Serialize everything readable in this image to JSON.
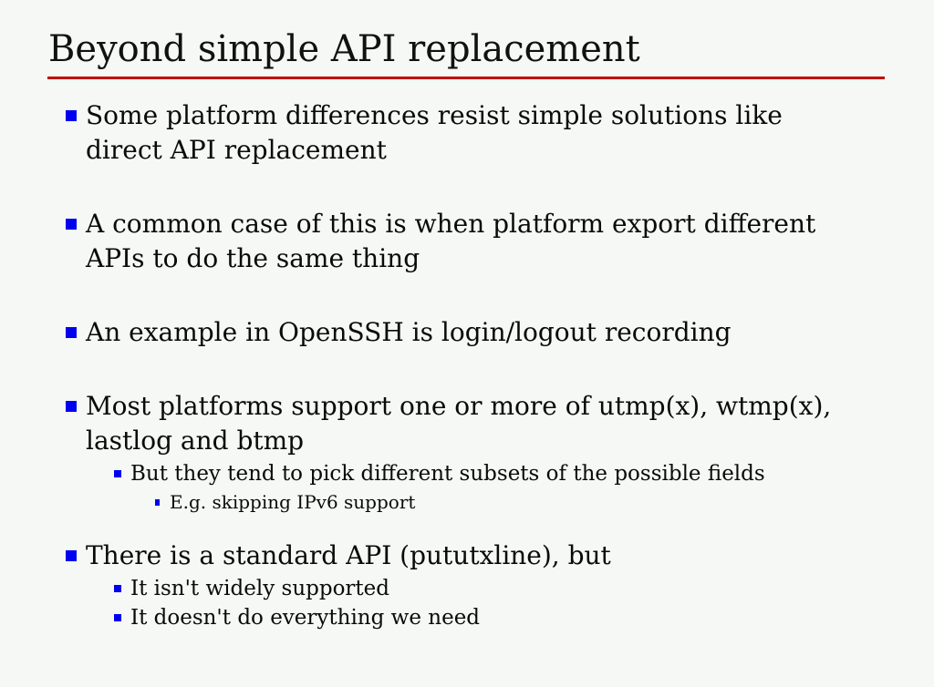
{
  "slide": {
    "title": "Beyond simple API replacement",
    "colors": {
      "background": "#f5f8f5",
      "text": "#0a0a0a",
      "title_rule": "#c00000",
      "bullet": "#0000f0"
    },
    "bullets": [
      {
        "level": 1,
        "text": "Some platform differences resist simple solutions like direct API replacement"
      },
      {
        "level": 1,
        "text": "A common case of this is when platform export different APIs to do the same thing"
      },
      {
        "level": 1,
        "text": "An example in OpenSSH is login/logout recording"
      },
      {
        "level": 1,
        "text": "Most platforms support one or more of utmp(x), wtmp(x), lastlog and btmp"
      },
      {
        "level": 2,
        "text": "But they tend to pick different subsets of the possible fields"
      },
      {
        "level": 3,
        "text": "E.g. skipping IPv6 support"
      },
      {
        "level": 1,
        "text": "There is a standard API (pututxline), but"
      },
      {
        "level": 2,
        "text": "It isn't widely supported"
      },
      {
        "level": 2,
        "text": "It doesn't do everything we need"
      }
    ]
  }
}
